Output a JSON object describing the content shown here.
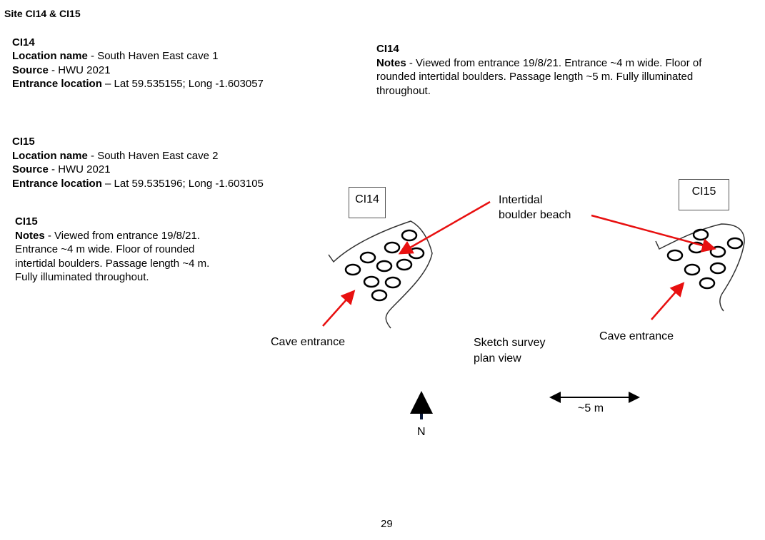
{
  "title": "Site CI14 & CI15",
  "ci14_info": {
    "id": "CI14",
    "location_label": "Location name",
    "location": " - South Haven East cave 1",
    "source_label": "Source",
    "source": " - HWU 2021",
    "entrance_label": "Entrance location",
    "entrance": " – Lat 59.535155; Long -1.603057"
  },
  "ci15_info": {
    "id": "CI15",
    "location_label": "Location name",
    "location": " - South Haven East cave 2",
    "source_label": "Source",
    "source": " - HWU 2021",
    "entrance_label": "Entrance location",
    "entrance": " – Lat 59.535196; Long -1.603105"
  },
  "ci14_notes": {
    "id": "CI14",
    "label": "Notes",
    "lines": [
      " - Viewed from entrance 19/8/21. Entrance ~4 m wide.  Floor of",
      "rounded intertidal boulders. Passage length ~5 m.  Fully illuminated",
      "throughout."
    ]
  },
  "ci15_notes": {
    "id": "CI15",
    "label": "Notes",
    "lines": [
      " - Viewed from entrance 19/8/21.",
      "Entrance ~4 m wide.  Floor of rounded",
      "intertidal boulders. Passage length ~4 m.",
      "Fully illuminated throughout."
    ]
  },
  "sketch": {
    "ci14_label": "CI14",
    "ci15_label": "CI15",
    "boulder_label_1": "Intertidal",
    "boulder_label_2": "boulder beach",
    "entrance_left": "Cave entrance",
    "entrance_right": "Cave entrance",
    "caption_1": "Sketch survey",
    "caption_2": "plan view",
    "north": "N",
    "scale": "~5 m",
    "arrow_color": "#e81010"
  },
  "page_number": "29"
}
